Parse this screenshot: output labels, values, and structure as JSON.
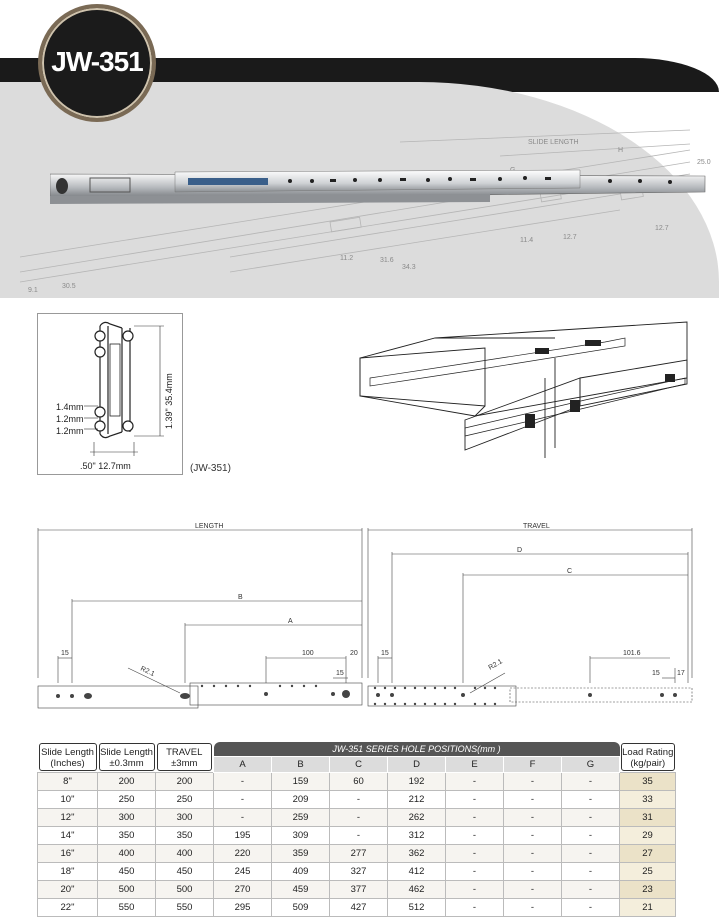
{
  "model": "JW-351",
  "hero": {
    "drawing_labels": [
      "SLIDE LENGTH",
      "H",
      "G",
      "25.0",
      "12.7",
      "11.4",
      "12.7",
      "31.6",
      "11.2",
      "34.3",
      "9.1",
      "30.5"
    ]
  },
  "profile": {
    "height_label": "1.39\" 35.4mm",
    "width_label": ".50\" 12.7mm",
    "thickness_1": "1.4mm",
    "thickness_2": "1.2mm",
    "thickness_3": "1.2mm",
    "caption": "(JW-351)"
  },
  "dimension_drawing": {
    "length_label": "LENGTH",
    "travel_label": "TRAVEL",
    "labels": {
      "B": "B",
      "A": "A",
      "D": "D",
      "C": "C",
      "d15a": "15",
      "d15b": "15",
      "d15c": "15",
      "d15d": "15",
      "d100": "100",
      "d20": "20",
      "d1016": "101.6",
      "d17": "17",
      "r1": "R2.1",
      "r2": "R2.1"
    }
  },
  "table": {
    "headers": {
      "slide_length_in": "Slide Length\n(Inches)",
      "slide_length_mm": "Slide Length\n±0.3mm",
      "travel": "TRAVEL\n±3mm",
      "hole_group": "JW-351 SERIES HOLE POSITIONS(mm    )",
      "load": "Load Rating\n(kg/pair)",
      "hole_cols": [
        "A",
        "B",
        "C",
        "D",
        "E",
        "F",
        "G"
      ]
    },
    "rows": [
      {
        "inch": "8\"",
        "mm": "200",
        "travel": "200",
        "holes": [
          "-",
          "159",
          "60",
          "192",
          "-",
          "-",
          "-"
        ],
        "load": "35"
      },
      {
        "inch": "10\"",
        "mm": "250",
        "travel": "250",
        "holes": [
          "-",
          "209",
          "-",
          "212",
          "-",
          "-",
          "-"
        ],
        "load": "33"
      },
      {
        "inch": "12\"",
        "mm": "300",
        "travel": "300",
        "holes": [
          "-",
          "259",
          "-",
          "262",
          "-",
          "-",
          "-"
        ],
        "load": "31"
      },
      {
        "inch": "14\"",
        "mm": "350",
        "travel": "350",
        "holes": [
          "195",
          "309",
          "-",
          "312",
          "-",
          "-",
          "-"
        ],
        "load": "29"
      },
      {
        "inch": "16\"",
        "mm": "400",
        "travel": "400",
        "holes": [
          "220",
          "359",
          "277",
          "362",
          "-",
          "-",
          "-"
        ],
        "load": "27"
      },
      {
        "inch": "18\"",
        "mm": "450",
        "travel": "450",
        "holes": [
          "245",
          "409",
          "327",
          "412",
          "-",
          "-",
          "-"
        ],
        "load": "25"
      },
      {
        "inch": "20\"",
        "mm": "500",
        "travel": "500",
        "holes": [
          "270",
          "459",
          "377",
          "462",
          "-",
          "-",
          "-"
        ],
        "load": "23"
      },
      {
        "inch": "22\"",
        "mm": "550",
        "travel": "550",
        "holes": [
          "295",
          "509",
          "427",
          "512",
          "-",
          "-",
          "-"
        ],
        "load": "21"
      }
    ]
  },
  "colors": {
    "dark": "#1a1a1a",
    "badge_ring": "#7a6a55",
    "load_col": "#ebe2c8",
    "group_header": "#555555"
  }
}
